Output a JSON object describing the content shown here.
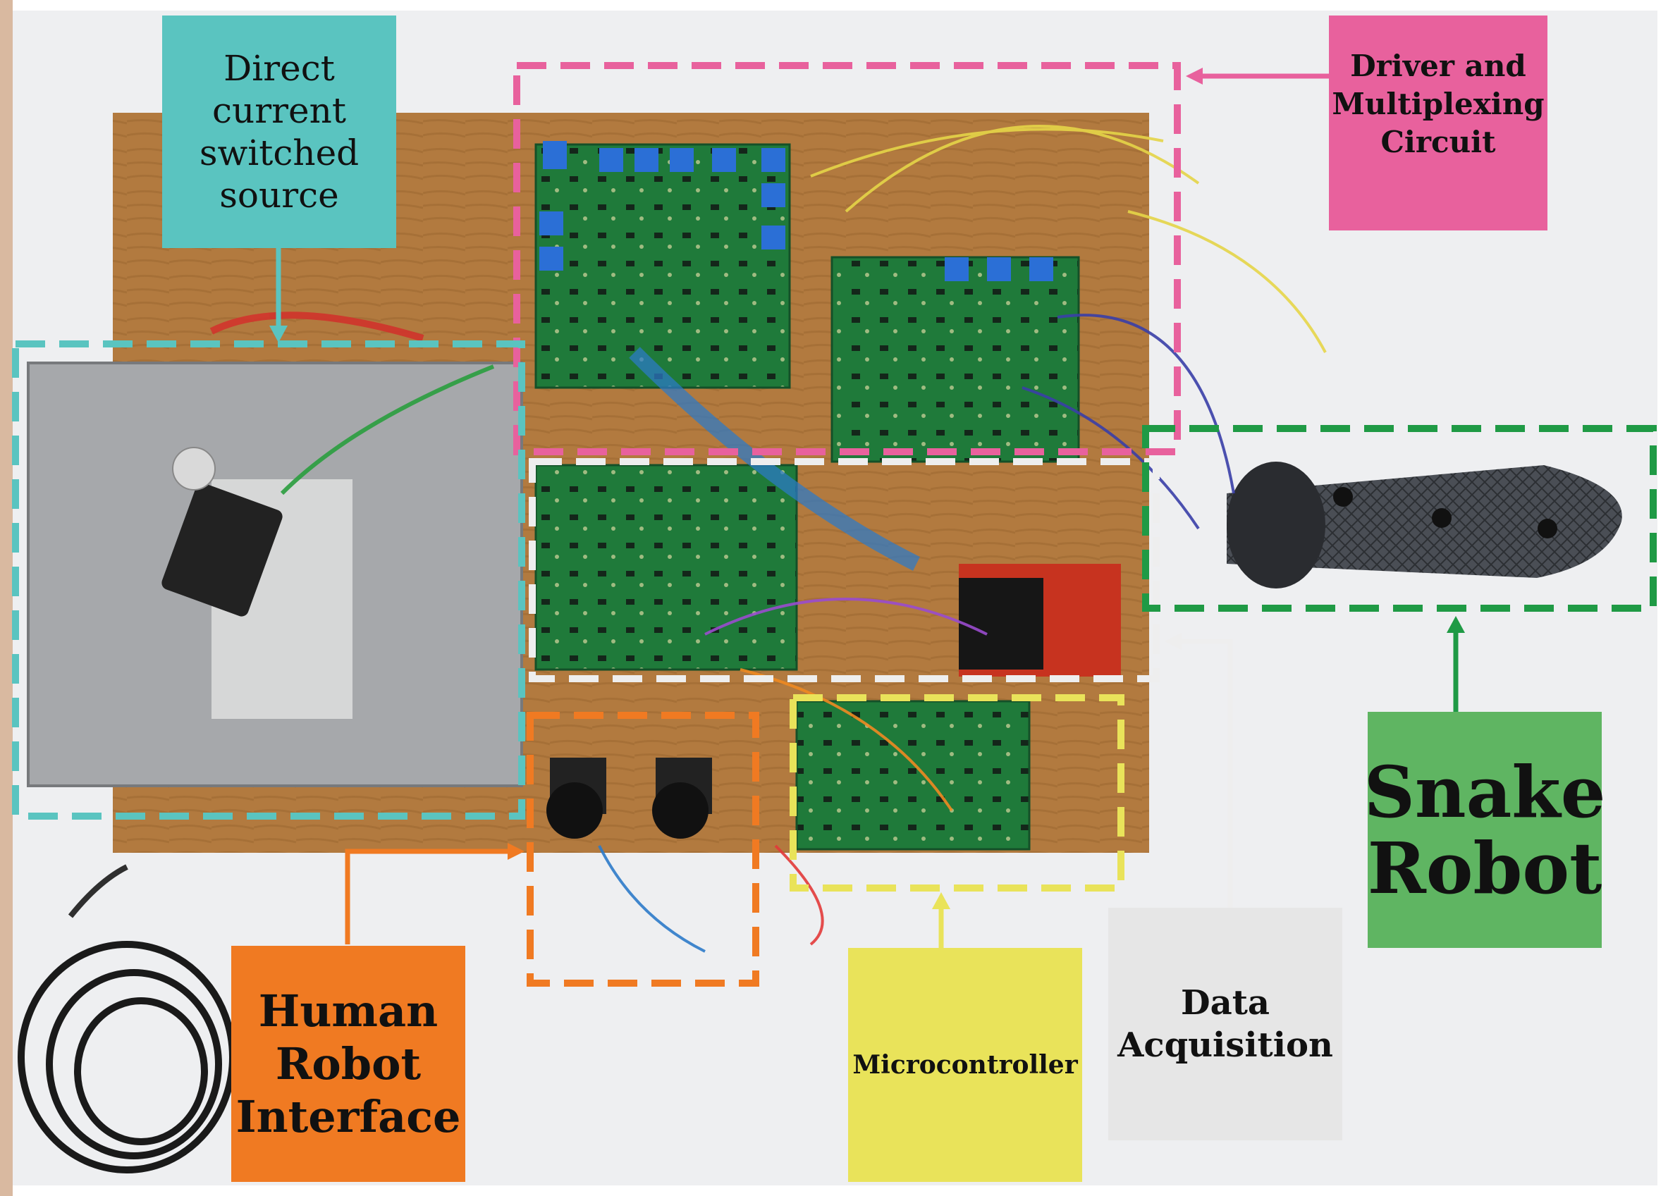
{
  "labels": {
    "power": "Direct\ncurrent\nswitched\nsource",
    "driver": "Driver and\nMultiplexing\nCircuit",
    "snake": "Snake\nRobot",
    "hri": "Human\nRobot\nInterface",
    "micro": "Microcontroller",
    "daq": "Data\nAcquisition"
  },
  "colors": {
    "teal": "#5ac4c0",
    "pink": "#e8619d",
    "green": "#5fb562",
    "green_dash": "#1f9a45",
    "orange": "#f07a22",
    "yellow": "#e9e35a",
    "gray": "#e6e6e6",
    "white_dash": "#eeeeee"
  }
}
